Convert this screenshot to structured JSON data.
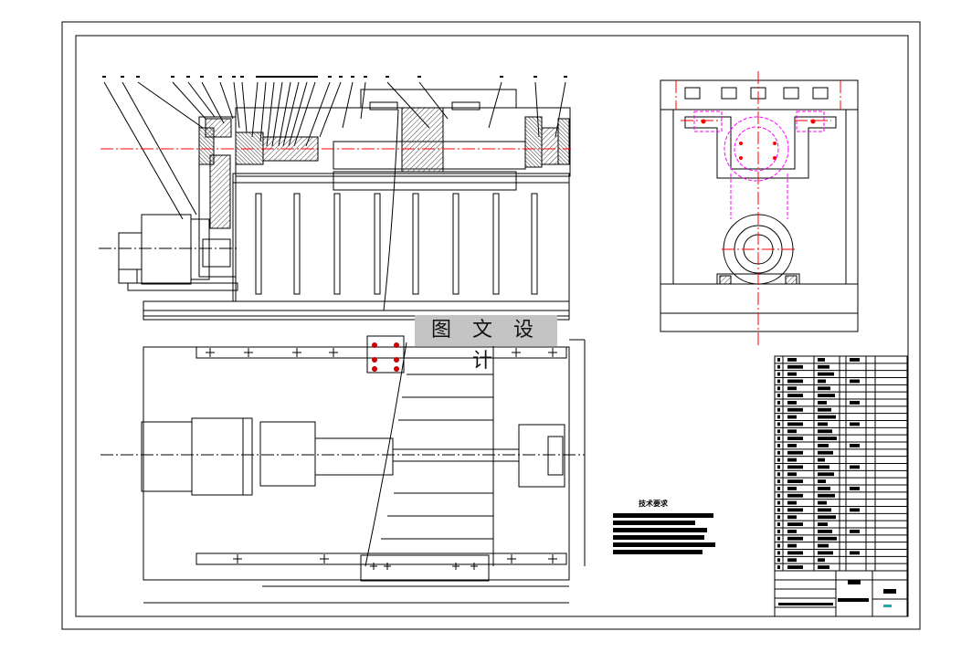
{
  "drawing": {
    "watermark_text": "图 文 设 计",
    "tech_requirements_title": "技术要求",
    "colors": {
      "line": "#000000",
      "centerline": "#ff0000",
      "hidden_outline": "#ff00ff",
      "watermark_bg": "#c4c4c4",
      "hatch": "#555555",
      "title_block_accent": "#22aaaa"
    },
    "views": [
      "front-section-view",
      "side-view",
      "top-view"
    ],
    "title_block": {
      "bom_rows": 30
    }
  }
}
